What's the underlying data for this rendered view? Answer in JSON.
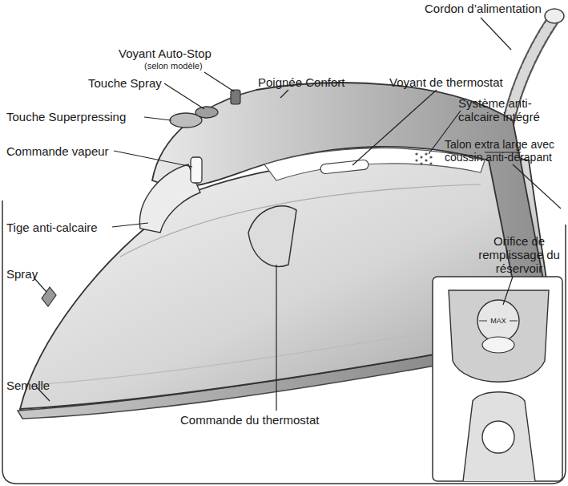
{
  "diagram": {
    "labels": [
      "Cordon d’alimentation",
      "Voyant Auto-Stop",
      "(selon modèle)",
      "Touche Spray",
      "Poignée Confort",
      "Voyant de thermostat",
      "Touche Superpressing",
      "Système anti-calcaire intégré",
      "Commande vapeur",
      "Talon extra large avec coussin anti-dérapant",
      "Tige anti-calcaire",
      "Orifice de remplissage du réservoir",
      "Spray",
      "Semelle",
      "Commande du thermostat",
      "MAX"
    ]
  }
}
